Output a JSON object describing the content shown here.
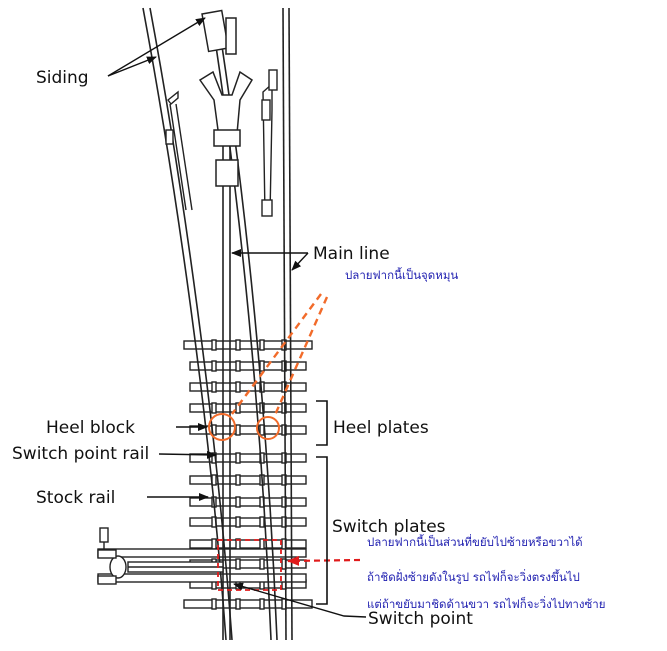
{
  "labels": {
    "siding": "Siding",
    "main_line": "Main line",
    "heel_block": "Heel block",
    "heel_plates": "Heel plates",
    "switch_point_rail": "Switch point rail",
    "stock_rail": "Stock rail",
    "switch_plates": "Switch plates",
    "switch_point": "Switch point"
  },
  "annotations": {
    "pivot_note": "ปลายฟากนี้เป็นจุดหมุน",
    "move_note_1": "ปลายฟากนี้เป็นส่วนที่ขยับไปซ้ายหรือขวาได้",
    "move_note_2": "ถ้าชิดฝั่งซ้ายดังในรูป  รถไฟก็จะวิ่งตรงขึ้นไป",
    "move_note_3": "แต่ถ้าขยับมาชิดด้านขวา  รถไฟก็จะวิ่งไปทางซ้าย"
  },
  "colors": {
    "line": "#222222",
    "highlight_orange": "#f26b2a",
    "highlight_red": "#e01b1b",
    "note_text": "#1f1fb0"
  }
}
